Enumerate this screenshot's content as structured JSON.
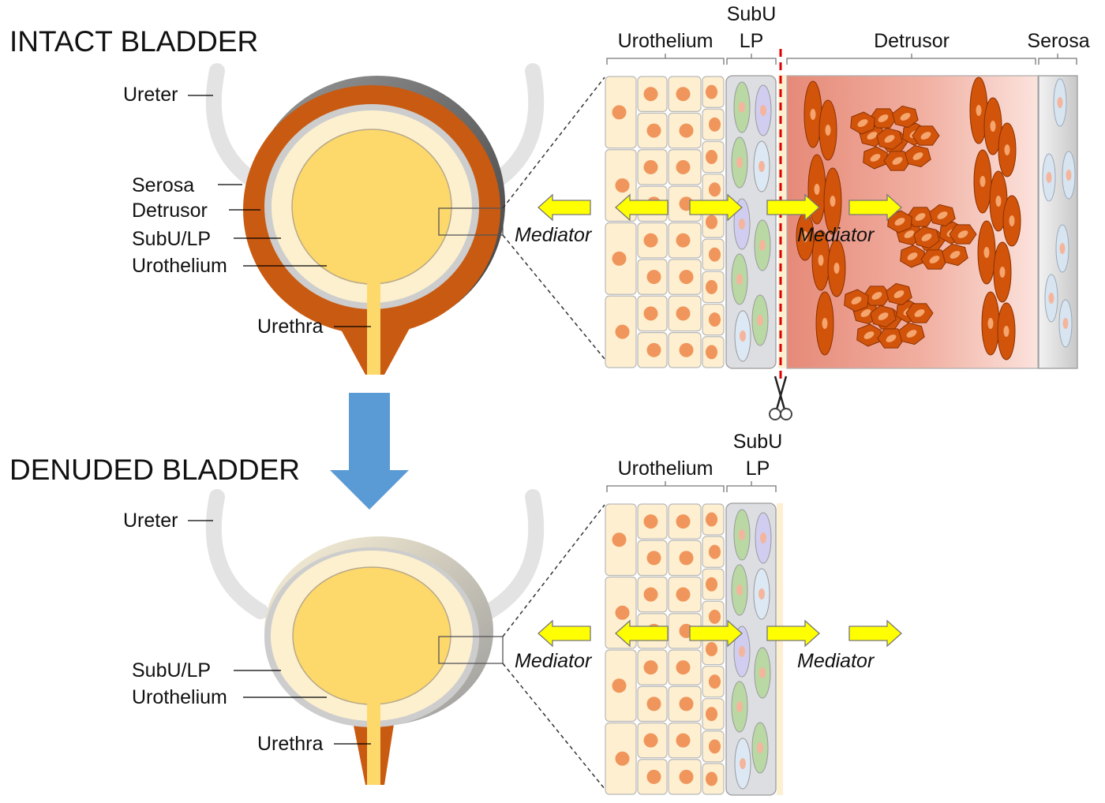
{
  "intact": {
    "title": "INTACT BLADDER",
    "labels": {
      "ureter": "Ureter",
      "serosa": "Serosa",
      "detrusor": "Detrusor",
      "subu_lp": "SubU/LP",
      "urothelium": "Urothelium",
      "urethra": "Urethra"
    },
    "headers": {
      "urothelium": "Urothelium",
      "subu_line1": "SubU",
      "subu_line2": "LP",
      "detrusor": "Detrusor",
      "serosa": "Serosa"
    },
    "mediator_left": "Mediator",
    "mediator_right": "Mediator"
  },
  "denuded": {
    "title": "DENUDED BLADDER",
    "labels": {
      "ureter": "Ureter",
      "subu_lp": "SubU/LP",
      "urothelium": "Urothelium",
      "urethra": "Urethra"
    },
    "headers": {
      "urothelium": "Urothelium",
      "subu_line1": "SubU",
      "subu_line2": "LP"
    },
    "mediator_left": "Mediator",
    "mediator_right": "Mediator"
  },
  "colors": {
    "detrusor": "#c85a12",
    "serosa": "#8a8a8a",
    "lumen": "#fdd86a",
    "urothelium_cell": "#fdefd0",
    "nucleus": "#f0965c",
    "arrow_yellow": "#ffff00",
    "transition_arrow": "#5b9bd5",
    "cut_line": "#e00000"
  },
  "icons": [
    "scissors-icon"
  ]
}
